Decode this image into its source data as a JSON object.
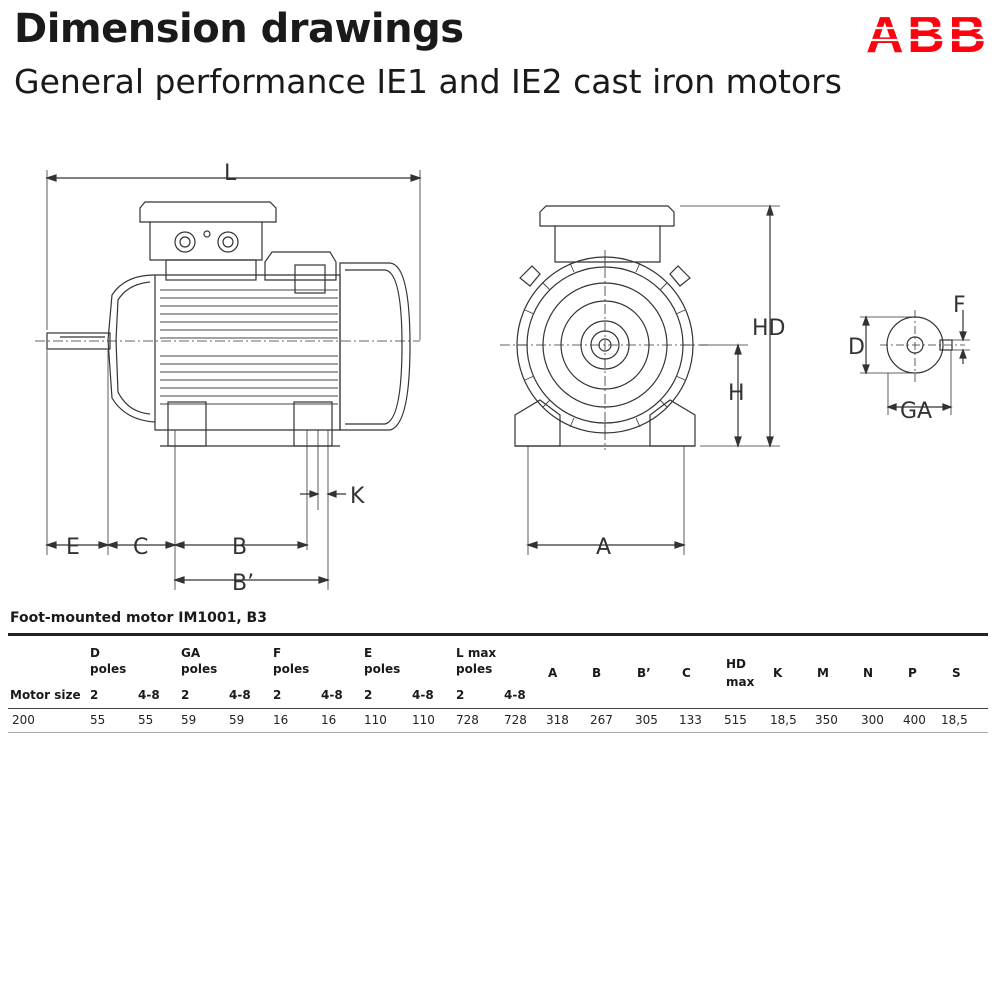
{
  "page": {
    "title": "Dimension drawings",
    "subtitle": "General performance IE1 and IE2 cast iron motors"
  },
  "logo": {
    "text": "ABB",
    "color": "#ff000f"
  },
  "drawing_labels": {
    "L": "L",
    "E": "E",
    "C": "C",
    "B": "B",
    "B_prime": "B’",
    "K": "K",
    "A": "A",
    "HD": "HD",
    "H": "H",
    "D": "D",
    "F": "F",
    "GA": "GA"
  },
  "table": {
    "caption": "Foot-mounted motor IM1001, B3",
    "group_headers": [
      {
        "name": "D",
        "sub": "poles"
      },
      {
        "name": "GA",
        "sub": "poles"
      },
      {
        "name": "F",
        "sub": "poles"
      },
      {
        "name": "E",
        "sub": "poles"
      },
      {
        "name": "L max",
        "sub": "poles"
      }
    ],
    "single_headers": [
      "A",
      "B",
      "B’",
      "C",
      "HD",
      "max",
      "K",
      "M",
      "N",
      "P",
      "S"
    ],
    "pole_labels": [
      "2",
      "4-8",
      "2",
      "4-8",
      "2",
      "4-8",
      "2",
      "4-8",
      "2",
      "4-8"
    ],
    "motor_size_label": "Motor size",
    "row": {
      "motor_size": "200",
      "values": [
        "55",
        "55",
        "59",
        "59",
        "16",
        "16",
        "110",
        "110",
        "728",
        "728",
        "318",
        "267",
        "305",
        "133",
        "515",
        "18,5",
        "350",
        "300",
        "400",
        "18,5"
      ]
    }
  }
}
